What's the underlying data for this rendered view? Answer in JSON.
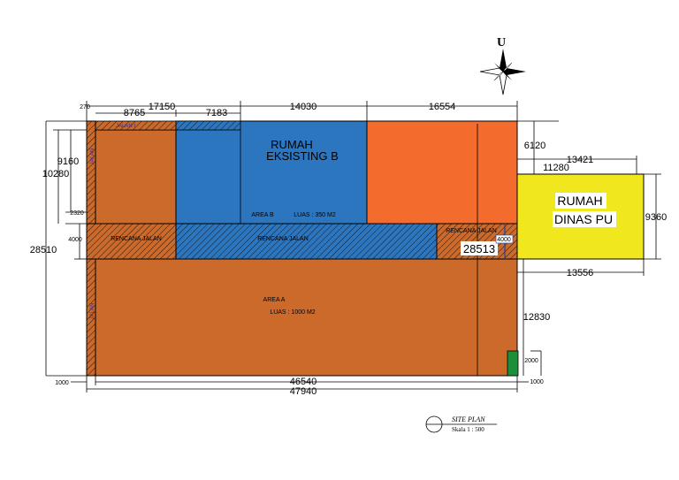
{
  "north": {
    "label": "U"
  },
  "areas": {
    "rumah_eksisting": [
      "RUMAH",
      "EKSISTING B"
    ],
    "area_b": "AREA B",
    "luas_b": "LUAS : 350 M2",
    "rencana_jalan_left": "RENCANA JALAN",
    "rencana_jalan_mid": "RENCANA JALAN",
    "rencana_jalan_right": "RENCANA JALAN",
    "jalan_top": "JALAN I",
    "jalan_left_upper": "JALAN",
    "jalan_left_lower": "JALAN",
    "area_a": "AREA A",
    "luas_a": "LUAS : 1000 M2",
    "rumah_dinas": [
      "RUMAH",
      "DINAS PU"
    ]
  },
  "dimensions": {
    "d17150": "17150",
    "d8765": "8765",
    "d7183": "7183",
    "d14030": "14030",
    "d16554": "16554",
    "d270": "270",
    "d9160": "9160",
    "d10280": "10280",
    "d2320": "2320",
    "d4000_left": "4000",
    "d28510": "28510",
    "d6120": "6120",
    "d13421": "13421",
    "d11280": "11280",
    "d9360": "9360",
    "d28513": "28513",
    "d4000_right": "4000",
    "d13556": "13556",
    "d12830": "12830",
    "d2000": "2000",
    "d1000_left": "1000",
    "d1000_right": "1000",
    "d46540": "46540",
    "d47940": "47940"
  },
  "title_block": {
    "title": "SITE PLAN",
    "scale": "Skala 1 : 500"
  },
  "colors": {
    "brown": "#cc6a2b",
    "blue": "#2c76c0",
    "orange": "#f36c2d",
    "yellow": "#f0e71e",
    "green": "#1d8f3a",
    "label_purple": "#3b2a9c"
  }
}
